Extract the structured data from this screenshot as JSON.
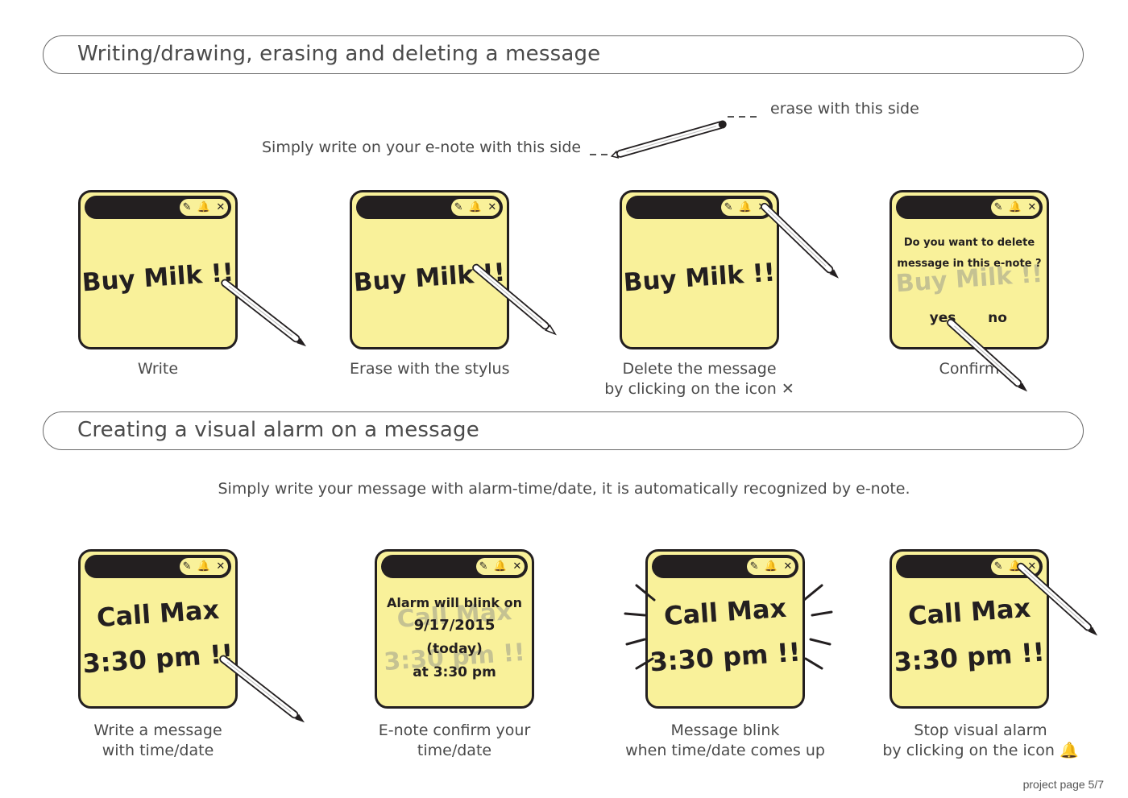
{
  "section1": {
    "title": "Writing/drawing, erasing and deleting a message",
    "hint_write": "Simply write on your e-note with this side",
    "hint_erase": "erase with this side",
    "steps": [
      {
        "note_text": "Buy Milk !!",
        "caption": "Write"
      },
      {
        "note_text": "Buy Milk !!",
        "caption": "Erase with the stylus"
      },
      {
        "note_text": "Buy Milk !!",
        "caption_line1": "Delete the message",
        "caption_line2": "by clicking on the icon"
      },
      {
        "dialog_line1": "Do you want to delete",
        "dialog_line2": "message in this e-note ?",
        "ghost_text": "Buy Milk !!",
        "yes": "yes",
        "no": "no",
        "caption": "Confirm"
      }
    ]
  },
  "section2": {
    "title": "Creating a visual alarm on a message",
    "hint": "Simply write your message with alarm-time/date, it is automatically recognized by e-note.",
    "steps": [
      {
        "line1": "Call Max",
        "line2": "3:30 pm !!",
        "caption_line1": "Write a message",
        "caption_line2": "with time/date"
      },
      {
        "ghost_line1": "Call Max",
        "ghost_line2": "3:30 pm !!",
        "confirm_line1": "Alarm will blink on",
        "confirm_line2": "9/17/2015",
        "confirm_line3": "(today)",
        "confirm_line4": "at 3:30 pm",
        "caption_line1": "E-note confirm your",
        "caption_line2": "time/date"
      },
      {
        "line1": "Call Max",
        "line2": "3:30 pm !!",
        "caption_line1": "Message blink",
        "caption_line2": "when time/date comes up"
      },
      {
        "line1": "Call Max",
        "line2": "3:30 pm !!",
        "caption_line1": "Stop visual alarm",
        "caption_line2": "by clicking on the icon"
      }
    ]
  },
  "icons": {
    "bar": [
      "palette-icon",
      "bell-icon",
      "close-icon"
    ],
    "inline_close": "close-icon",
    "inline_bell": "bell-icon"
  },
  "colors": {
    "note_fill": "#f9f19a",
    "note_outline": "#231f20",
    "ghost_text": "#9c9c8c",
    "text": "#4a4a4a"
  },
  "footer": {
    "page_number": "project page 5/7"
  }
}
